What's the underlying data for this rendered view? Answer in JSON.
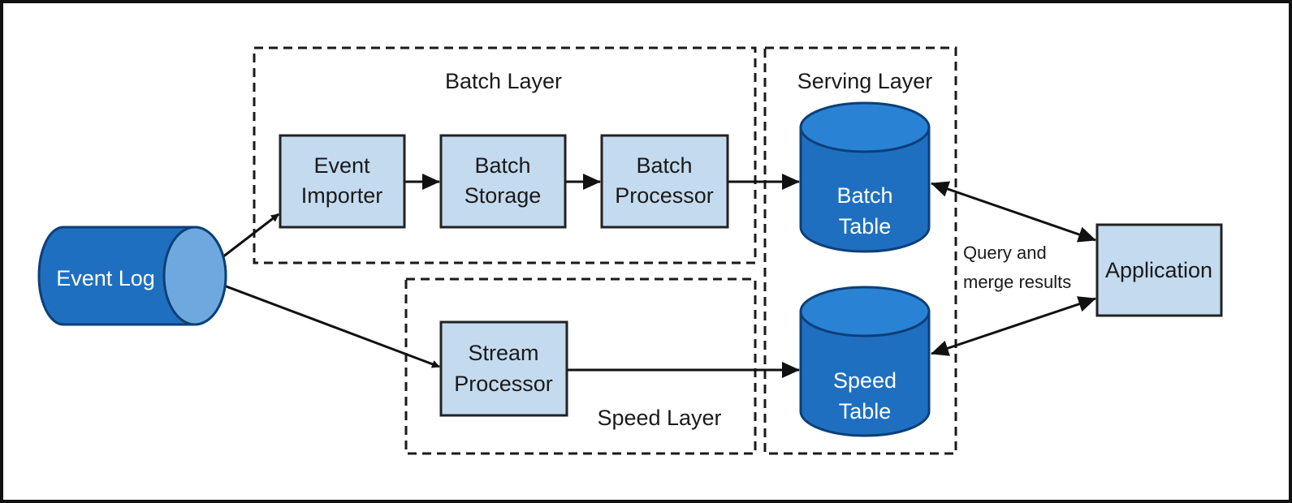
{
  "colors": {
    "box_fill": "#c4dbef",
    "box_stroke": "#222222",
    "db_fill": "#1f6fc0",
    "db_top": "#2a82d4",
    "db_stroke": "#0d3f78",
    "log_face": "#6ea8df",
    "frame": "#111111"
  },
  "layers": {
    "batch": "Batch Layer",
    "serving": "Serving Layer",
    "speed": "Speed Layer"
  },
  "nodes": {
    "event_log": "Event Log",
    "event_importer": [
      "Event",
      "Importer"
    ],
    "batch_storage": [
      "Batch",
      "Storage"
    ],
    "batch_processor": [
      "Batch",
      "Processor"
    ],
    "stream_processor": [
      "Stream",
      "Processor"
    ],
    "batch_table": [
      "Batch",
      "Table"
    ],
    "speed_table": [
      "Speed",
      "Table"
    ],
    "application": "Application"
  },
  "annotation": [
    "Query and",
    "merge results"
  ]
}
